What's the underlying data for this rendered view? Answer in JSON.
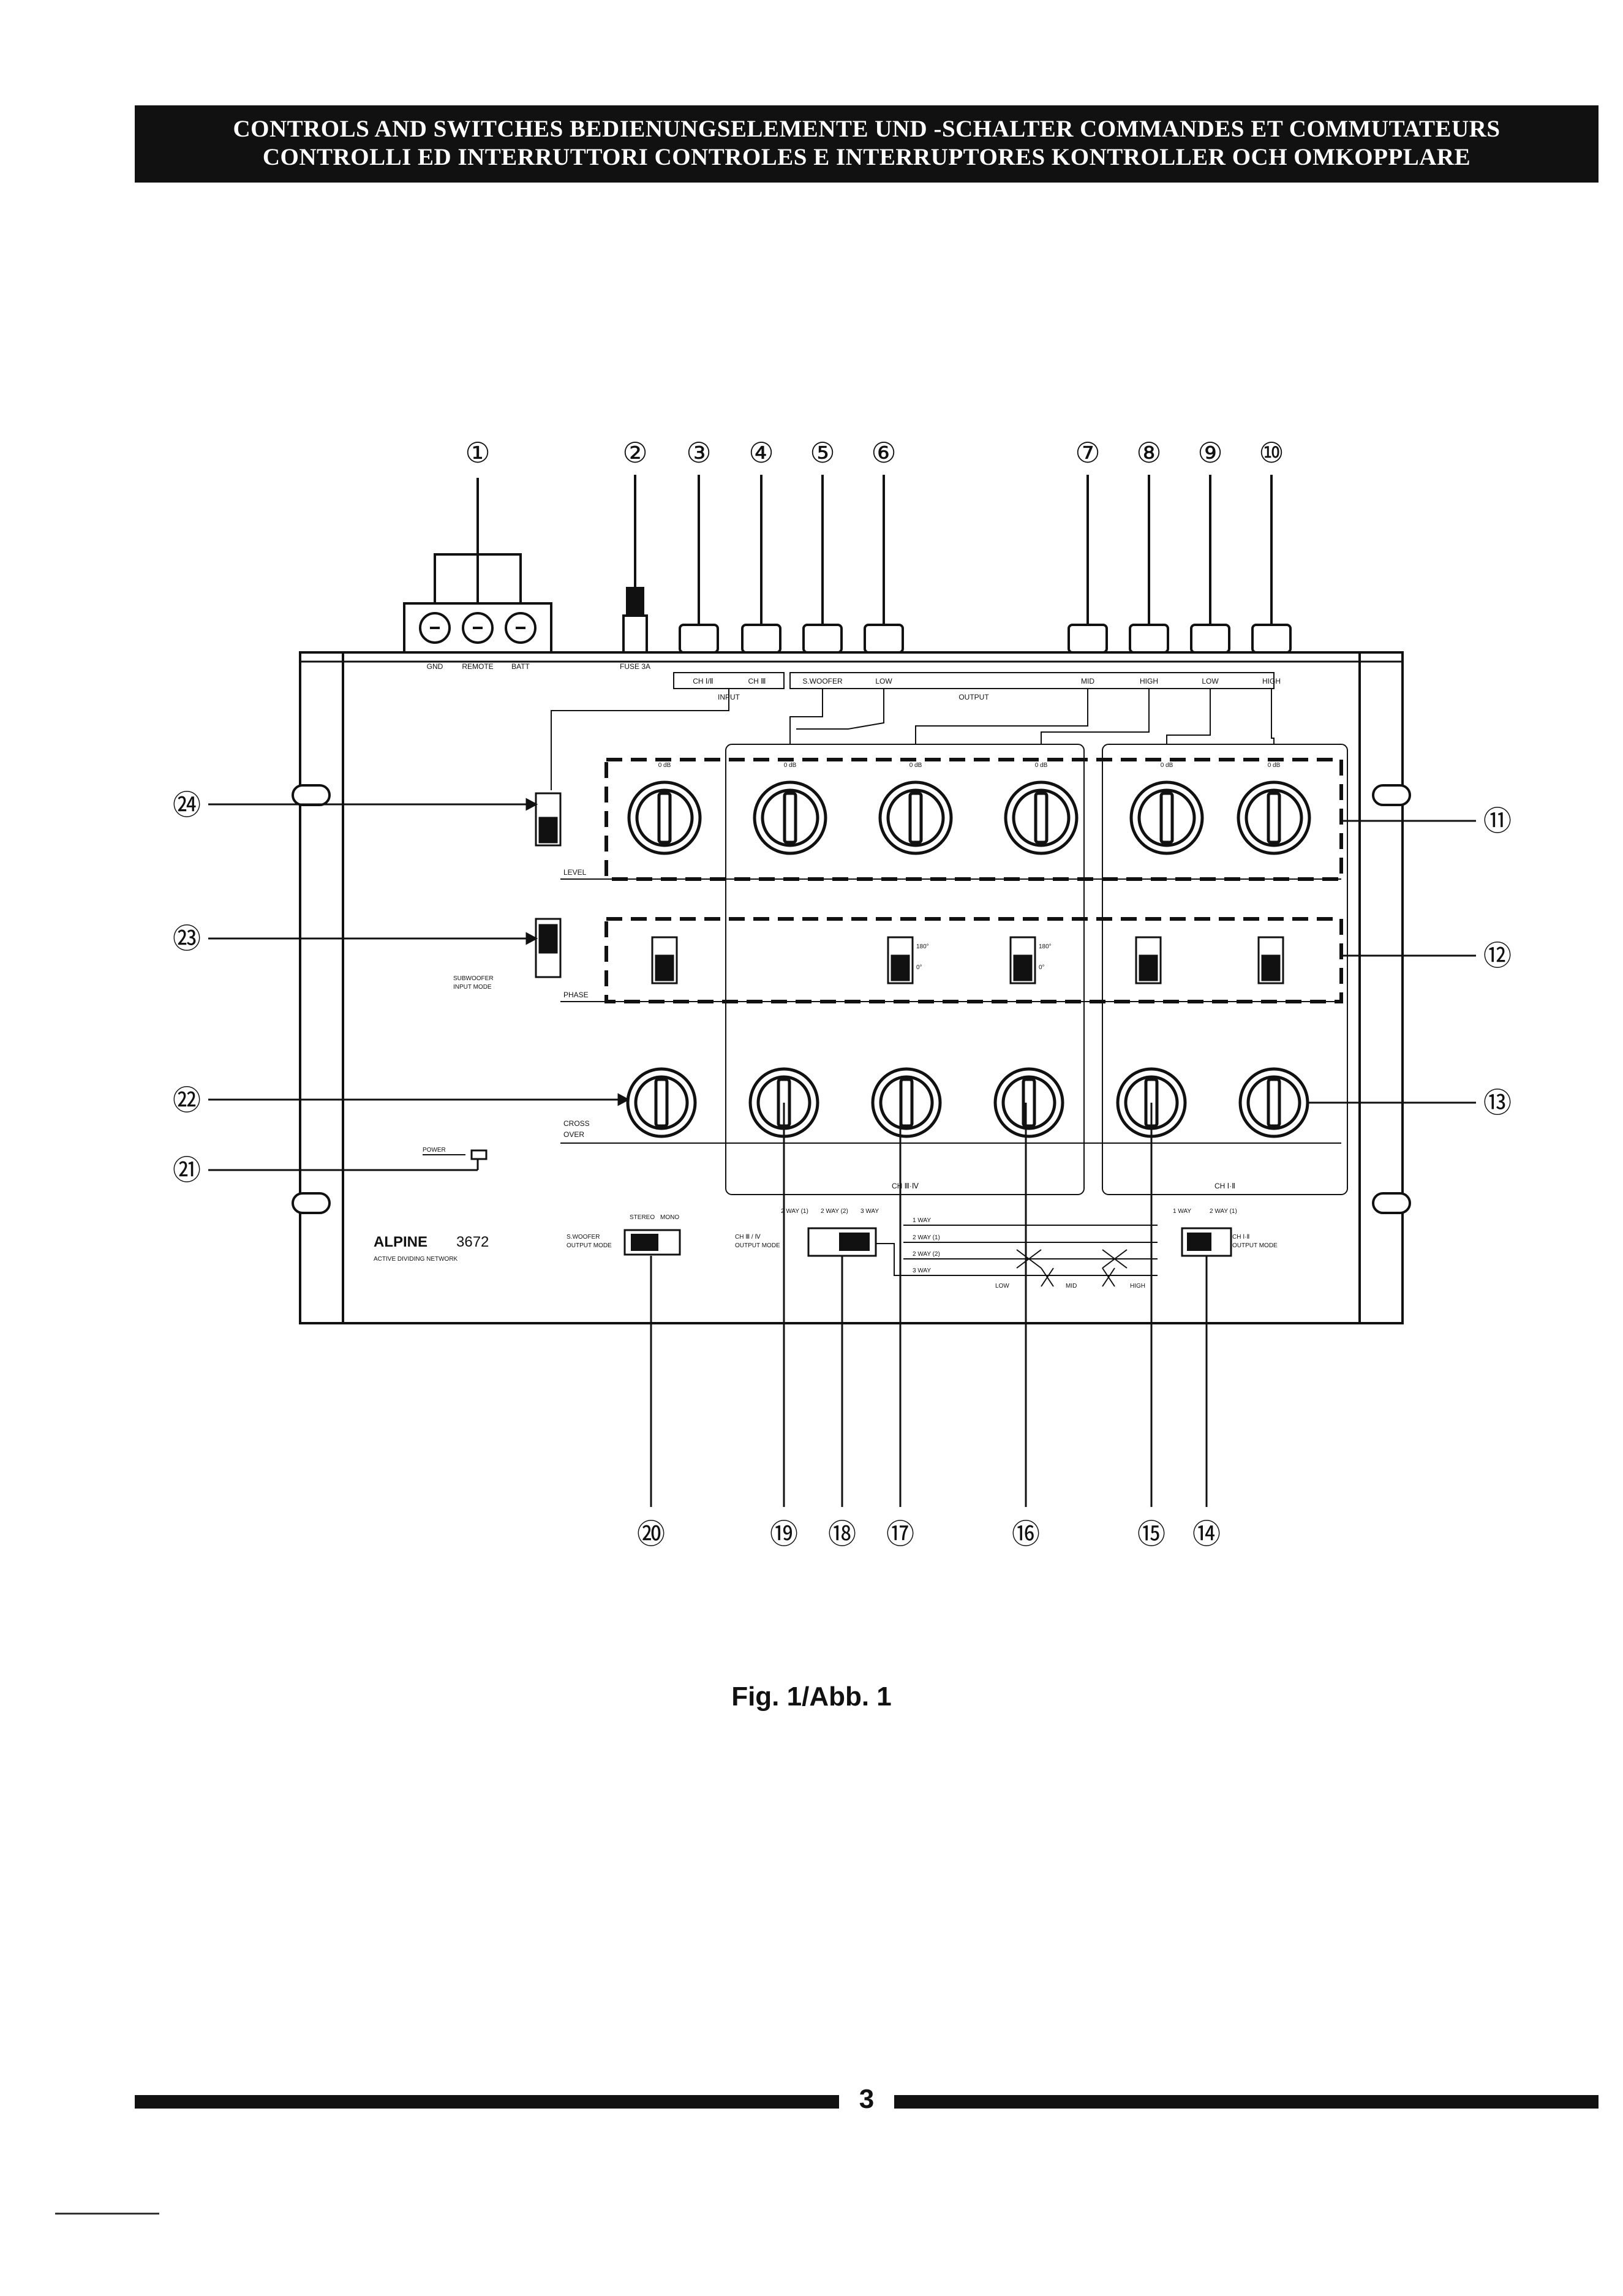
{
  "header": {
    "line1": "CONTROLS AND SWITCHES BEDIENUNGSELEMENTE UND -SCHALTER COMMANDES ET COMMUTATEURS",
    "line2": "CONTROLLI ED INTERRUTTORI CONTROLES E INTERRUPTORES KONTROLLER OCH OMKOPPLARE"
  },
  "callouts": {
    "c1": "①",
    "c2": "②",
    "c3": "③",
    "c4": "④",
    "c5": "⑤",
    "c6": "⑥",
    "c7": "⑦",
    "c8": "⑧",
    "c9": "⑨",
    "c10": "⑩",
    "c11": "⑪",
    "c12": "⑫",
    "c13": "⑬",
    "c14": "⑭",
    "c15": "⑮",
    "c16": "⑯",
    "c17": "⑰",
    "c18": "⑱",
    "c19": "⑲",
    "c20": "⑳",
    "c21": "㉑",
    "c22": "㉒",
    "c23": "㉓",
    "c24": "㉔"
  },
  "panel": {
    "gnd": "GND",
    "remote": "REMOTE",
    "batt": "BATT",
    "fuse": "FUSE 3A",
    "input_ch12": "CH Ⅰ/Ⅱ",
    "input_ch3": "CH Ⅲ",
    "input": "INPUT",
    "output_swoofer": "S.WOOFER",
    "output_low": "LOW",
    "output_mid": "MID",
    "output_high": "HIGH",
    "output_low2": "LOW",
    "output_high2": "HIGH",
    "output": "OUTPUT",
    "level": "LEVEL",
    "phase": "PHASE",
    "cross_over_1": "CROSS",
    "cross_over_2": "OVER",
    "subwoofer_input_mode_1": "SUBWOOFER",
    "subwoofer_input_mode_2": "INPUT MODE",
    "power": "POWER",
    "brand": "ALPINE",
    "model": "3672",
    "product": "ACTIVE DIVIDING NETWORK",
    "swoofer_output_mode_1": "S.WOOFER",
    "swoofer_output_mode_2": "OUTPUT MODE",
    "stereo": "STEREO",
    "mono": "MONO",
    "ch3_output_mode_1": "CH Ⅲ / Ⅳ",
    "ch3_output_mode_2": "OUTPUT MODE",
    "two_way_1": "2 WAY (1)",
    "two_way_2": "2 WAY (2)",
    "three_way": "3 WAY",
    "one_way": "1 WAY",
    "ch12_output_mode_1": "CH Ⅰ·Ⅱ",
    "ch12_output_mode_2": "OUTPUT MODE",
    "mode_low": "LOW",
    "mode_mid": "MID",
    "mode_high": "HIGH",
    "ch_group_left": "CH Ⅲ·Ⅳ",
    "ch_group_right": "CH Ⅰ·Ⅱ",
    "zero_db": "0 dB",
    "deg180": "180°",
    "deg0": "0°"
  },
  "caption": "Fig. 1/Abb. 1",
  "page_number": "3"
}
